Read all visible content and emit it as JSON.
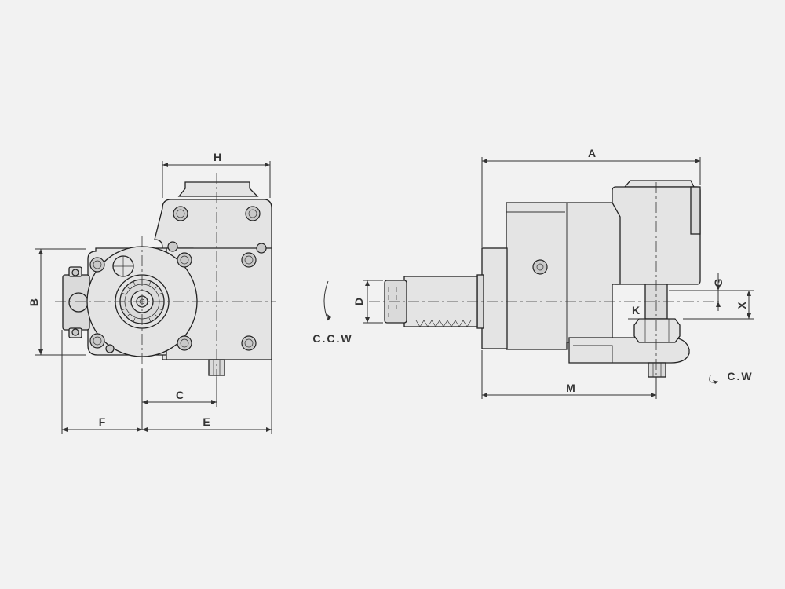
{
  "labels": {
    "A": "A",
    "B": "B",
    "C": "C",
    "D": "D",
    "E": "E",
    "F": "F",
    "G": "G",
    "H": "H",
    "K": "K",
    "M": "M",
    "X": "X",
    "ccw": "C.C.W",
    "cw": "C.W"
  },
  "colors": {
    "background": "#f2f2f2",
    "line": "#222222",
    "fill": "#e4e4e4"
  }
}
